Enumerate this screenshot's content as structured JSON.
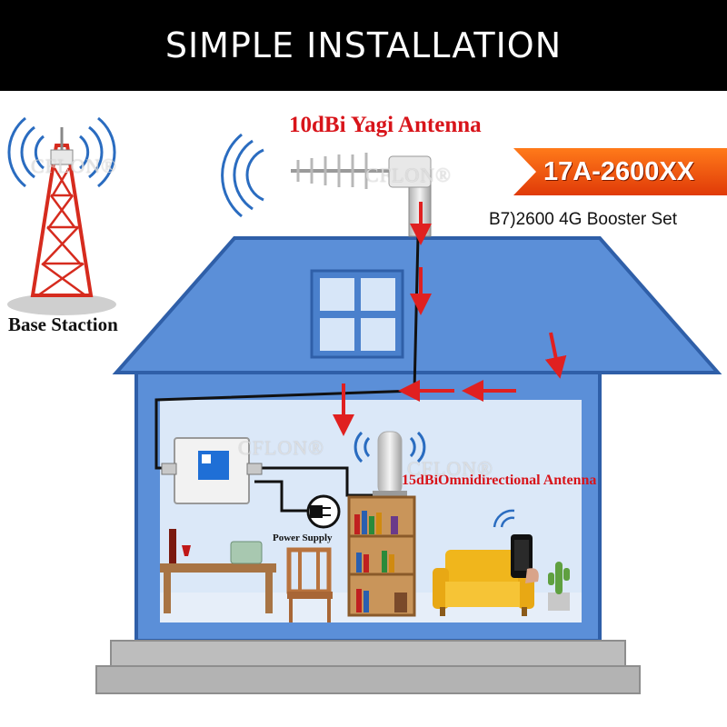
{
  "banner": {
    "title": "SIMPLE INSTALLATION"
  },
  "labels": {
    "yagi_antenna": "10dBi Yagi Antenna",
    "base_station": "Base Staction",
    "model": "17A-2600XX",
    "model_subtitle": "B7)2600 4G Booster Set",
    "omni_antenna": "15dBiOmnidirectional Antenna",
    "power_supply": "Power Supply"
  },
  "watermarks": [
    "CFLON®",
    "CFLON®",
    "CFLON®",
    "CFLON®"
  ],
  "colors": {
    "banner": "#000000",
    "house_blue": "#5b8fd8",
    "house_outline": "#2f5fa8",
    "wall_light": "#dbe8f8",
    "arrow_red": "#e02020",
    "badge_orange": "#f05a10",
    "label_red": "#d8141a"
  },
  "icons": [
    "cell-tower-icon",
    "signal-waves-icon",
    "yagi-antenna-icon",
    "booster-device-icon",
    "power-plug-icon",
    "omni-antenna-icon",
    "smartphone-icon",
    "cactus-icon",
    "bookshelf-icon",
    "sofa-icon",
    "table-icon",
    "chair-icon"
  ]
}
